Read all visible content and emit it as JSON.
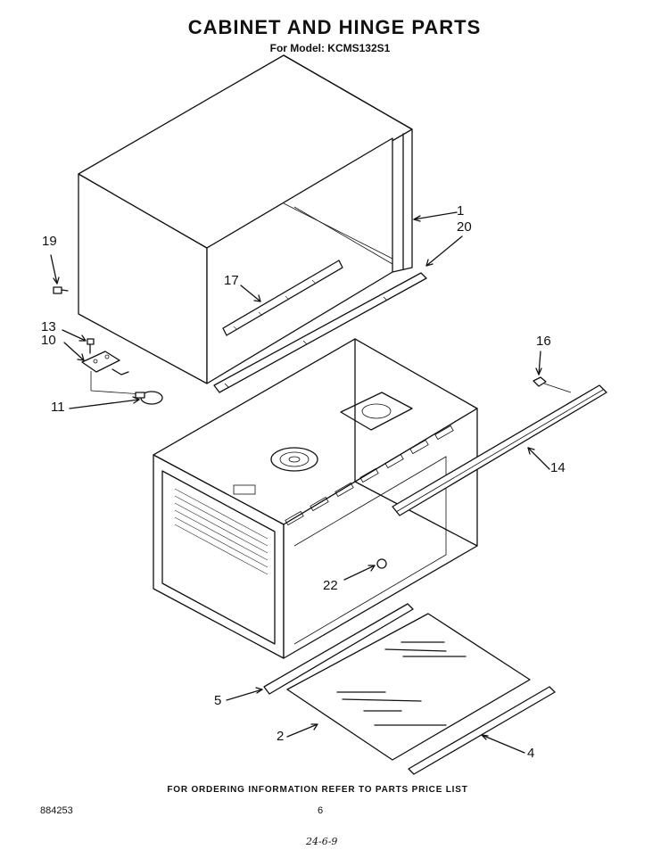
{
  "header": {
    "title": "CABINET AND HINGE PARTS",
    "subtitle": "For Model: KCMS132S1"
  },
  "callouts": {
    "c1": "1",
    "c2": "2",
    "c4": "4",
    "c5": "5",
    "c10": "10",
    "c11": "11",
    "c13": "13",
    "c14": "14",
    "c16": "16",
    "c17": "17",
    "c19": "19",
    "c20": "20",
    "c22": "22"
  },
  "footer": {
    "note": "FOR ORDERING INFORMATION REFER TO PARTS PRICE LIST",
    "doc_number": "884253",
    "page_number": "6",
    "date_code": "24-6-9"
  }
}
